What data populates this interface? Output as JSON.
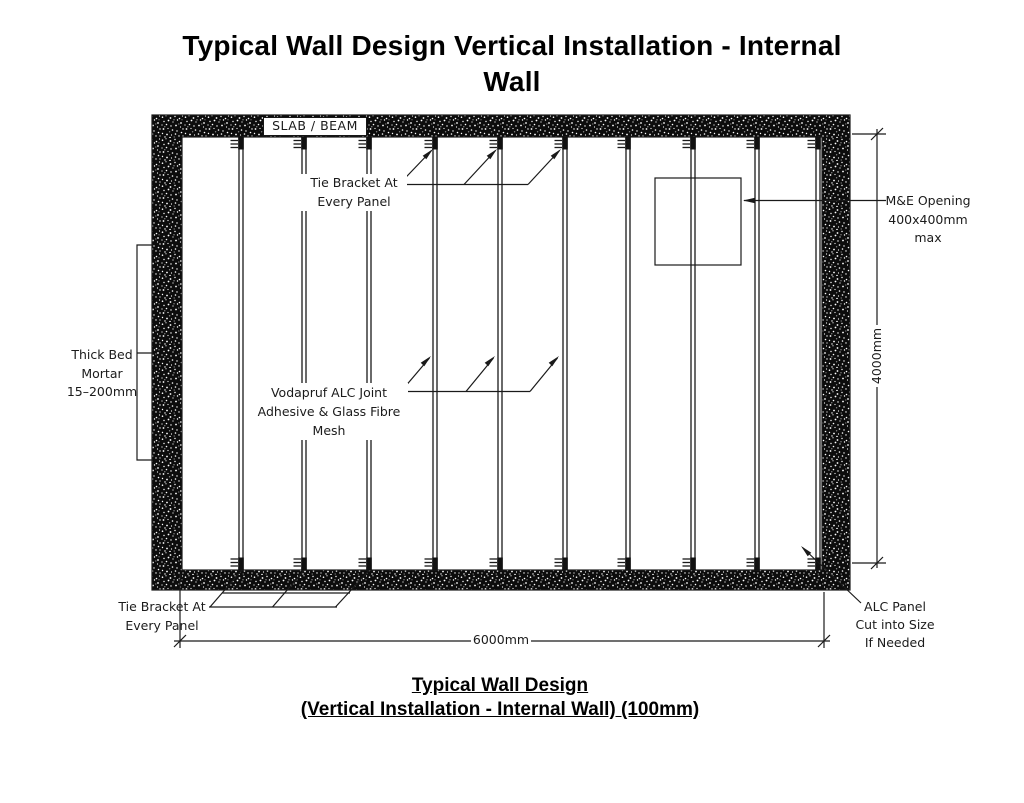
{
  "title": {
    "line1": "Typical Wall Design Vertical Installation - Internal",
    "line2": "Wall"
  },
  "slab_beam_label": "SLAB / BEAM",
  "labels": {
    "tie_bracket_top": {
      "line1": "Tie Bracket At",
      "line2": "Every Panel"
    },
    "vodapruf": {
      "line1": "Vodapruf ALC Joint",
      "line2": "Adhesive & Glass Fibre",
      "line3": "Mesh"
    },
    "thick_bed_mortar": {
      "line1": "Thick Bed",
      "line2": "Mortar",
      "line3": "15–200mm"
    },
    "me_opening": {
      "line1": "M&E Opening",
      "line2": "400x400mm",
      "line3": "max"
    },
    "tie_bracket_bottom": {
      "line1": "Tie Bracket At",
      "line2": "Every Panel"
    },
    "alc_panel": {
      "line1": "ALC Panel",
      "line2": "Cut into Size",
      "line3": "If Needed"
    }
  },
  "dimensions": {
    "width": "6000mm",
    "height": "4000mm"
  },
  "caption": {
    "line1": "Typical Wall Design",
    "line2": "(Vertical Installation - Internal Wall) (100mm)"
  },
  "colors": {
    "line_color": "#1a1a1a",
    "wall_fill": "#0c0c0c",
    "background": "#ffffff"
  }
}
